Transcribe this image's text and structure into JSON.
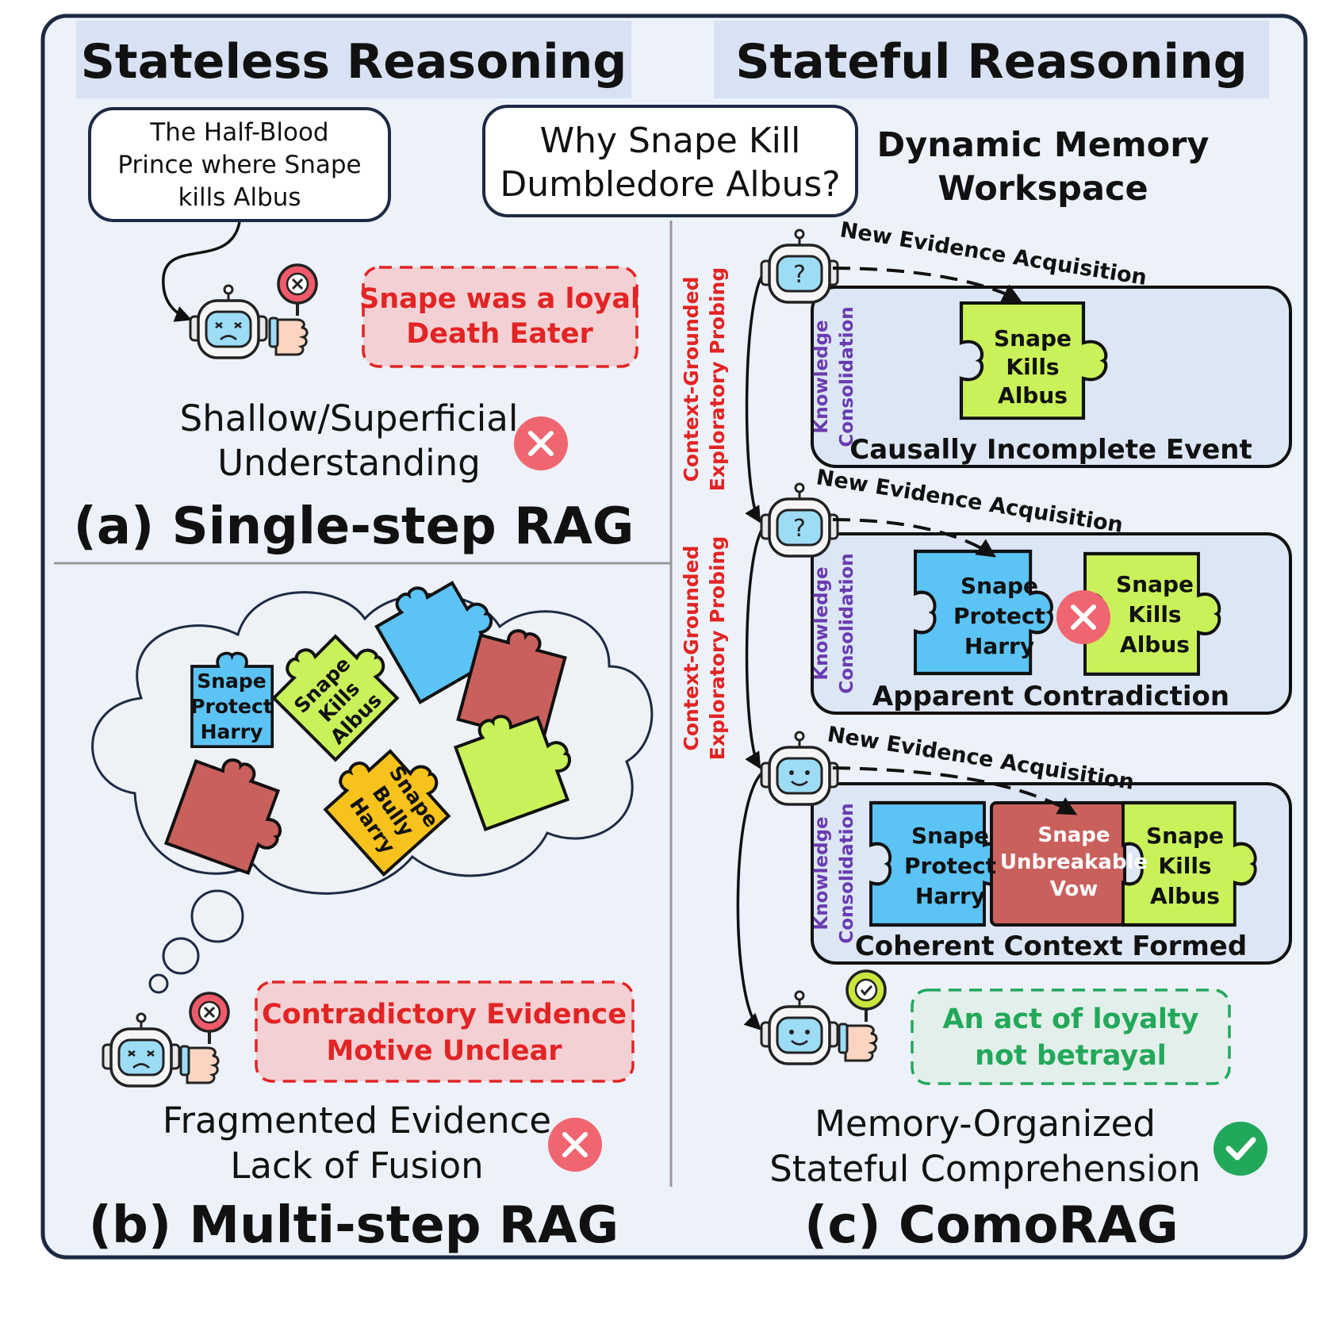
{
  "headers": {
    "left": "Stateless Reasoning",
    "right": "Stateful Reasoning"
  },
  "question": {
    "line1": "Why Snape Kill",
    "line2": "Dumbledore Albus?"
  },
  "panel_a": {
    "query_lines": [
      "The Half-Blood",
      "Prince where Snape",
      "kills Albus"
    ],
    "answer_lines": [
      "Snape was a loyal",
      "Death Eater"
    ],
    "verdict_lines": [
      "Shallow/Superficial",
      "Understanding"
    ],
    "caption": "(a) Single-step RAG"
  },
  "panel_b": {
    "pieces": {
      "protect": [
        "Snape",
        "Protect",
        "Harry"
      ],
      "kills": [
        "Snape",
        "Kills",
        "Albus"
      ],
      "bully": [
        "Snape",
        "Bully",
        "Harry"
      ]
    },
    "answer_lines": [
      "Contradictory Evidence",
      "Motive Unclear"
    ],
    "verdict_lines": [
      "Fragmented Evidence",
      "Lack of Fusion"
    ],
    "caption": "(b) Multi-step RAG"
  },
  "panel_c": {
    "workspace_title": [
      "Dynamic Memory",
      "Workspace"
    ],
    "acquisition": "New Evidence Acquisition",
    "probing": [
      "Context-Grounded",
      "Exploratory Probing"
    ],
    "consolidation": [
      "Knowledge",
      "Consolidation"
    ],
    "states": [
      {
        "caption": "Causally Incomplete Event"
      },
      {
        "caption": "Apparent Contradiction"
      },
      {
        "caption": "Coherent Context Formed"
      }
    ],
    "pieces": {
      "kills": [
        "Snape",
        "Kills",
        "Albus"
      ],
      "protect": [
        "Snape",
        "Protect",
        "Harry"
      ],
      "vow": [
        "Snape",
        "Unbreakable",
        "Vow"
      ]
    },
    "answer_lines": [
      "An act of loyalty",
      "not betrayal"
    ],
    "verdict_lines": [
      "Memory-Organized",
      "Stateful Comprehension"
    ],
    "caption": "(c) ComoRAG"
  },
  "colors": {
    "border": "#1e2a44",
    "panel_bg": "#edf1f9",
    "header_bg": "#d8e2f2",
    "piece_green": "#c9f25a",
    "piece_blue": "#5cc3f5",
    "piece_red": "#c9605c",
    "piece_yellow": "#f7c21c",
    "error_red": "#e22424",
    "success_green": "#22a85a"
  }
}
